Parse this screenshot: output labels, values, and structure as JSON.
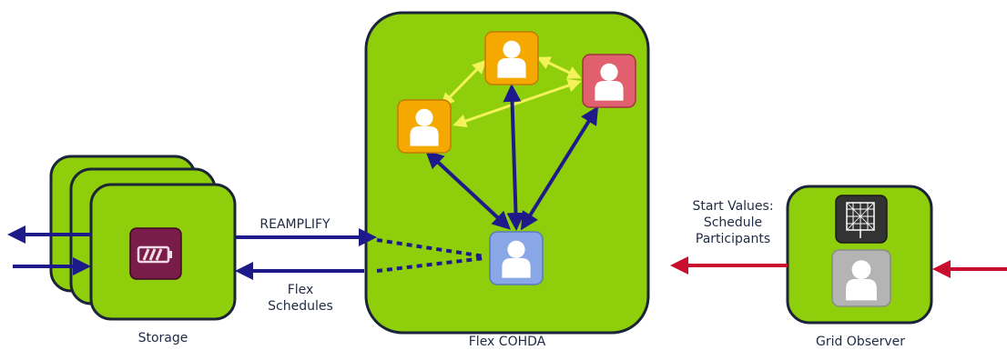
{
  "colors": {
    "box_fill": "#8fce0a",
    "box_stroke": "#1b2438",
    "arrow_blue": "#1e1a8a",
    "arrow_red": "#c8102e",
    "arrow_yellow": "#f2f25a",
    "agent_orange": "#f5a800",
    "agent_pink": "#e0606f",
    "agent_blue": "#8aa8e8",
    "agent_gray": "#b4b4b4",
    "battery": "#7a1c4a",
    "grid_icon": "#333333"
  },
  "labels": {
    "storage": "Storage",
    "flex_cohda": "Flex COHDA",
    "grid_observer": "Grid Observer",
    "reamplify": "REAMPLIFY",
    "flex_schedules_line1": "Flex",
    "flex_schedules_line2": "Schedules",
    "start_values_line1": "Start Values:",
    "start_values_line2": "Schedule",
    "start_values_line3": "Participants"
  },
  "icons": {
    "battery": "battery-icon",
    "grid": "power-grid-icon",
    "agent": "person-icon"
  }
}
